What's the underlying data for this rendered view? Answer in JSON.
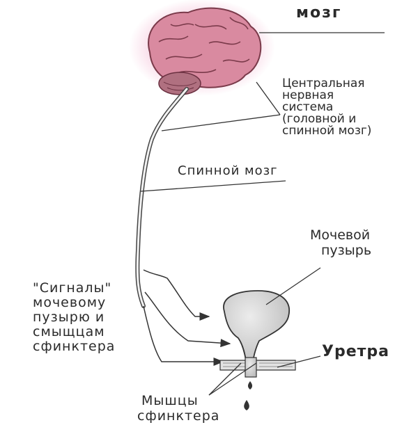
{
  "labels": {
    "brain": "мозг",
    "cns": [
      "Центральная",
      "нервная",
      "система",
      "(головной и",
      "спинной мозг)"
    ],
    "spinal_cord": "Спинной мозг",
    "bladder": [
      "Мочевой",
      "пузырь"
    ],
    "signals": [
      "\"Сигналы\"",
      "мочевому",
      "пузырю и",
      "смыщцам",
      "сфинктера"
    ],
    "urethra": "Уретра",
    "sphincter": [
      "Мышцы",
      "сфинктера"
    ]
  },
  "colors": {
    "brain": "#d98aa0",
    "brain_glow": "#f2b3cf",
    "cerebellum": "#b07080",
    "bladder": "#d8d8d8",
    "line": "#333333",
    "text": "#2a2a2a"
  }
}
